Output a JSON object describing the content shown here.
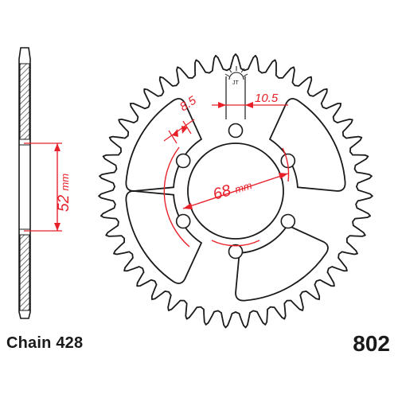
{
  "diagram": {
    "chain_label": "Chain 428",
    "part_number": "802",
    "dimensions": {
      "hub_thickness_value": "52",
      "hub_thickness_unit": "mm",
      "bolt_circle_value": "68",
      "bolt_circle_unit": "mm",
      "hole_diameter": "8.5",
      "center_bore_offset": "10.5"
    },
    "teeth": 43,
    "bolt_holes": 6,
    "lightening_cutouts": 4,
    "colors": {
      "outline": "#1a1a1a",
      "dimension": "#e8202a",
      "hatch": "#333333"
    },
    "icons": [
      "sun-logo-icon"
    ]
  }
}
